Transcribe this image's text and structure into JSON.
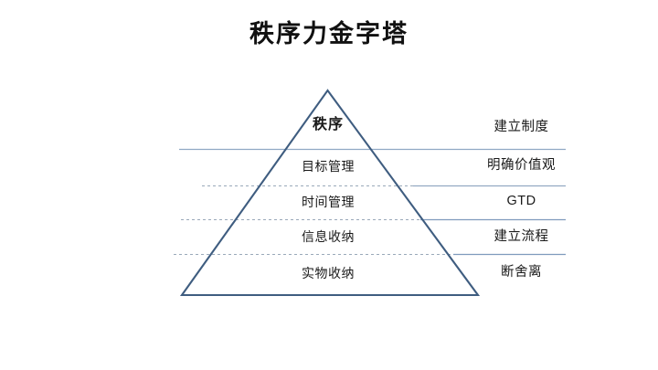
{
  "title": "秩序力金字塔",
  "colors": {
    "background": "#ffffff",
    "title_text": "#111111",
    "pyramid_stroke": "#3f5d80",
    "divider_solid": "#8fa8c4",
    "divider_dotted": "#9aa9ba",
    "label_text": "#1a1a1a"
  },
  "pyramid": {
    "apex_label": "秩序",
    "tiers": [
      {
        "inner_label": "秩序",
        "outer_label": "建立制度"
      },
      {
        "inner_label": "目标管理",
        "outer_label": "明确价值观"
      },
      {
        "inner_label": "时间管理",
        "outer_label": "GTD"
      },
      {
        "inner_label": "信息收纳",
        "outer_label": "建立流程"
      },
      {
        "inner_label": "实物收纳",
        "outer_label": "断舍离"
      }
    ]
  },
  "dividers": [
    {
      "style": "solid"
    },
    {
      "style": "dotted-left-solid-right"
    },
    {
      "style": "dotted-left-solid-right"
    },
    {
      "style": "dotted-left-solid-right"
    }
  ]
}
